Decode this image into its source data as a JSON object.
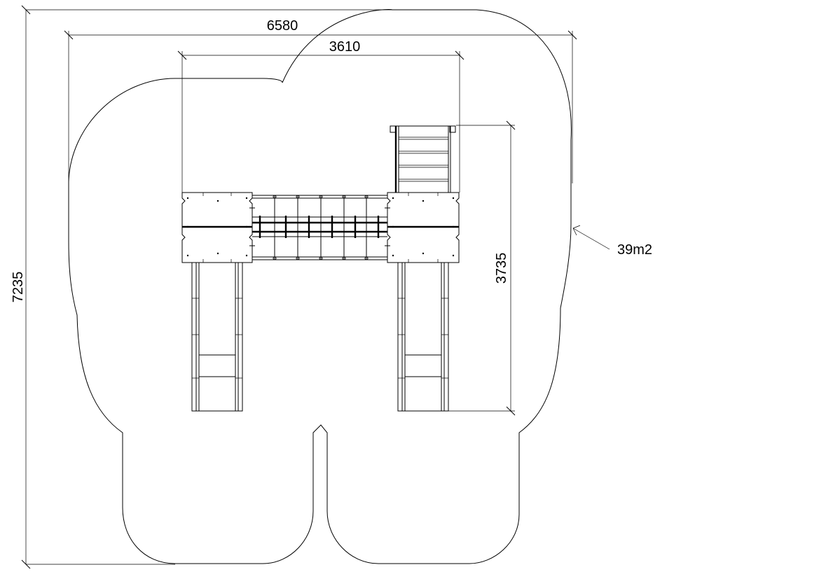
{
  "dimensions": {
    "overall_width": "6580",
    "inner_width": "3610",
    "overall_height": "7235",
    "equipment_depth": "3735"
  },
  "area_label": "39m2"
}
